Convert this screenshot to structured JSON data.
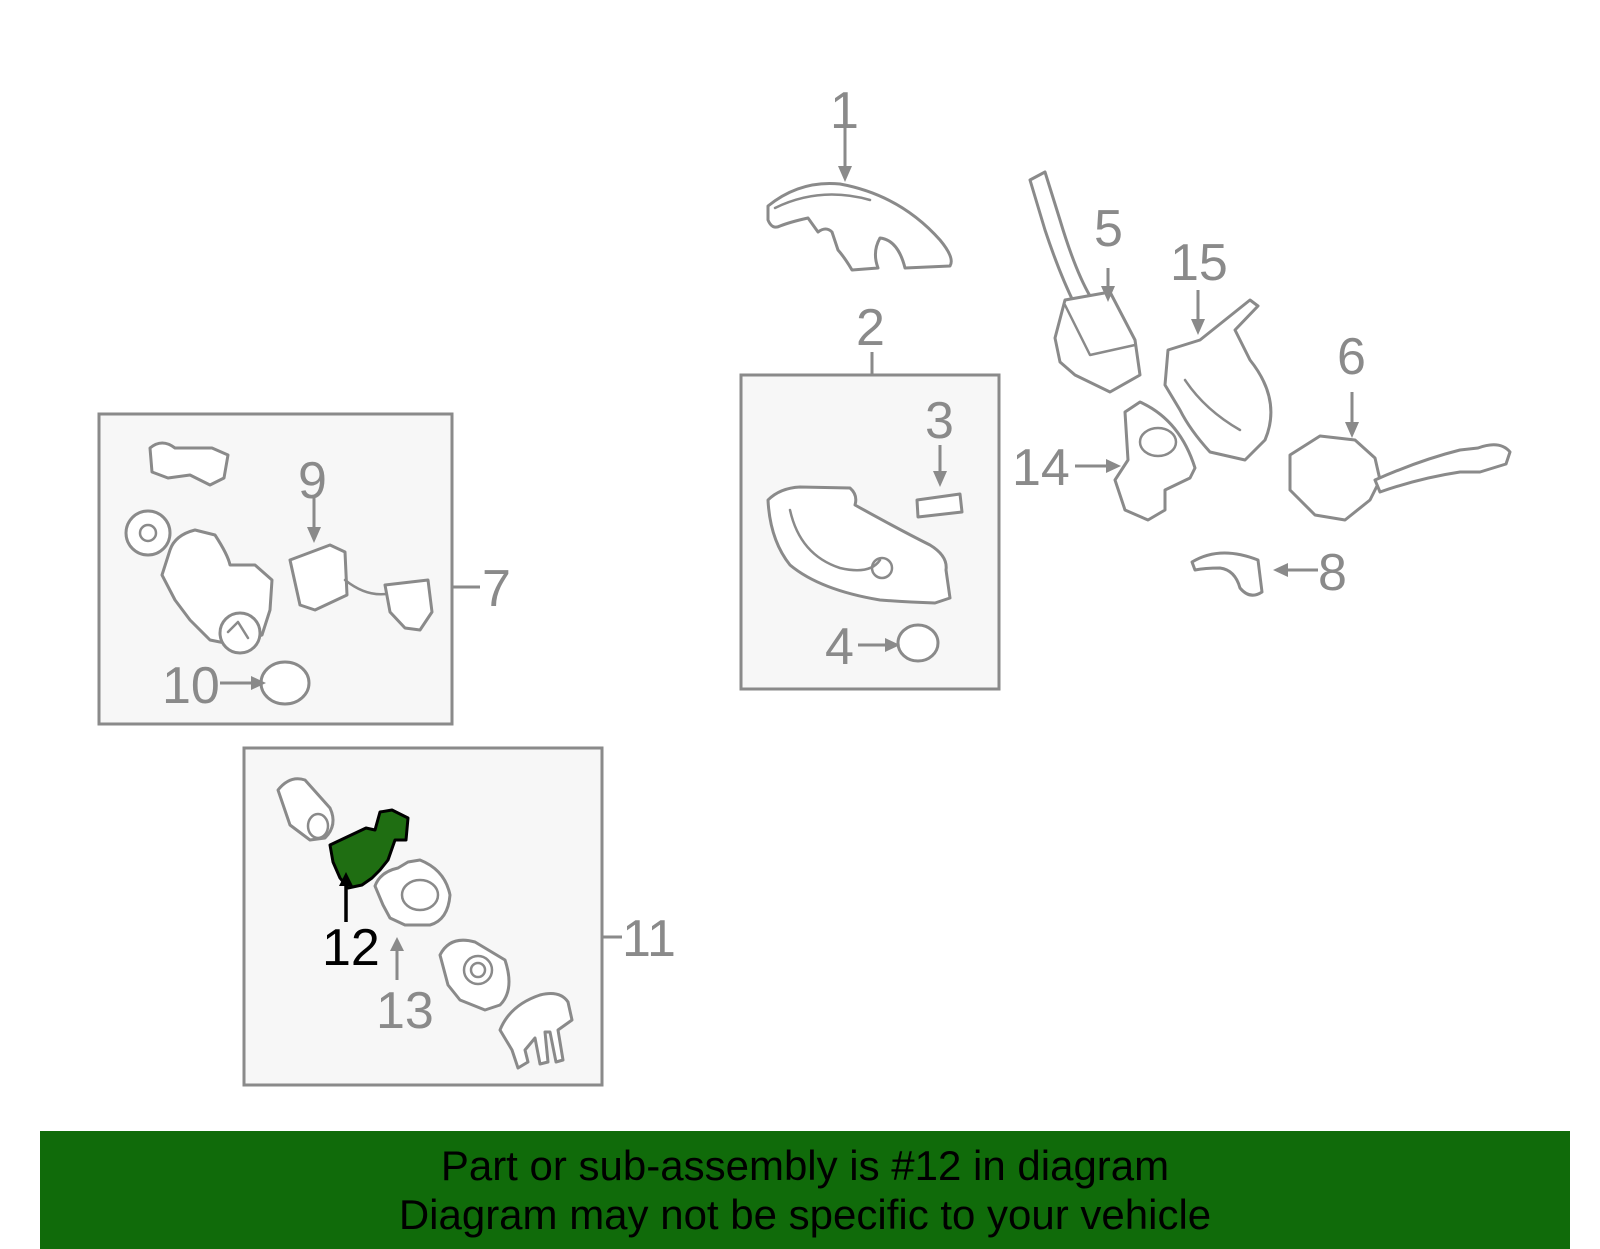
{
  "highlight_color": "#1f6e12",
  "banner": {
    "line1": "Part or sub-assembly is #12 in diagram",
    "line2": "Diagram may not be specific to your vehicle",
    "background": "#106b0a"
  },
  "callouts": {
    "c1": "1",
    "c2": "2",
    "c3": "3",
    "c4": "4",
    "c5": "5",
    "c6": "6",
    "c7": "7",
    "c8": "8",
    "c9": "9",
    "c10": "10",
    "c11": "11",
    "c12": "12",
    "c13": "13",
    "c14": "14",
    "c15": "15"
  },
  "highlighted_part": "12"
}
